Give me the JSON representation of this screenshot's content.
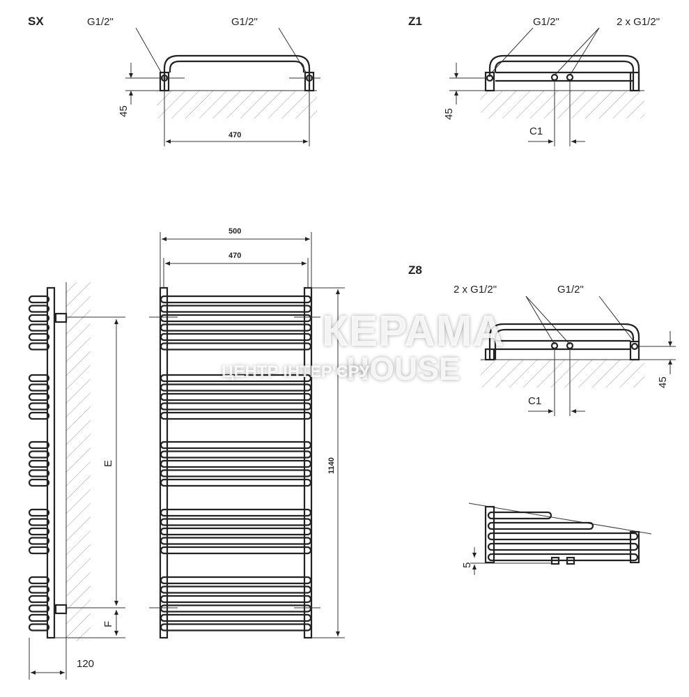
{
  "views": {
    "sx": {
      "title": "SX",
      "left_conn": "G1/2\"",
      "right_conn": "G1/2\"",
      "offset": "45",
      "width": "470"
    },
    "z1": {
      "title": "Z1",
      "single_conn": "G1/2\"",
      "double_conn": "2 x G1/2\"",
      "offset": "45",
      "spacing": "C1"
    },
    "z8": {
      "title": "Z8",
      "double_conn": "2 x G1/2\"",
      "single_conn": "G1/2\"",
      "offset": "45",
      "spacing": "C1"
    },
    "front": {
      "outer_width": "500",
      "inner_width": "470",
      "height": "1140"
    },
    "side": {
      "axis_distance": "E",
      "bottom_offset": "F",
      "depth": "120"
    },
    "detail": {
      "gap": "5"
    }
  },
  "watermark": {
    "brand_line1": "КЕРАМА",
    "brand_line2": "HOUSE",
    "tagline": "ЦЕНТР ІНТЕР'ЄРУ"
  },
  "colors": {
    "line": "#222222",
    "hatch": "#999999"
  }
}
